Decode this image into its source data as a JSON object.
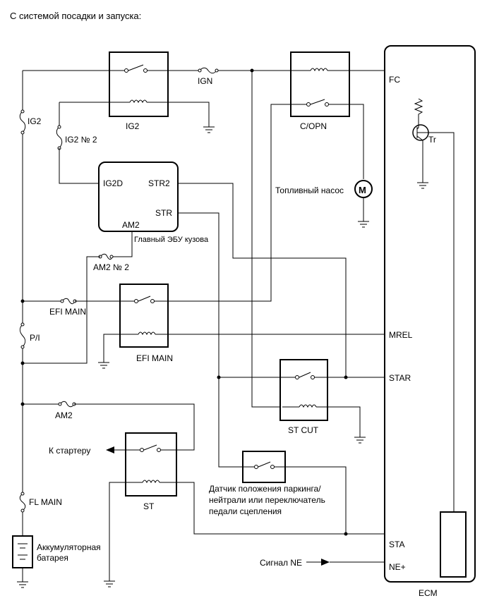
{
  "heading": "С системой посадки и запуска:",
  "relays": {
    "ig2": "IG2",
    "copn": "C/OPN",
    "efi_main": "EFI MAIN",
    "st_cut": "ST CUT",
    "st": "ST"
  },
  "fuses": {
    "ign": "IGN",
    "ig2": "IG2",
    "ig2_no2": "IG2 № 2",
    "am2_no2": "AM2 № 2",
    "efi_main": "EFI MAIN",
    "pi": "P/I",
    "am2": "AM2",
    "fl_main": "FL MAIN"
  },
  "body_ecu": {
    "label": "Главный ЭБУ кузова",
    "pins": {
      "ig2d": "IG2D",
      "str2": "STR2",
      "str": "STR",
      "am2": "AM2"
    }
  },
  "ecm": {
    "label": "ECM",
    "pins": {
      "fc": "FC",
      "mrel": "MREL",
      "star": "STAR",
      "sta": "STA",
      "ne": "NE+"
    },
    "transistor": "Tr"
  },
  "components": {
    "fuel_pump": "Топливный насос",
    "fuel_pump_symbol": "M",
    "starter": "К стартеру",
    "battery_line1": "Аккумуляторная",
    "battery_line2": "батарея",
    "ne_signal": "Сигнал NE",
    "pn_switch_line1": "Датчик положения паркинга/",
    "pn_switch_line2": "нейтрали или переключатель",
    "pn_switch_line3": "педали сцепления"
  }
}
